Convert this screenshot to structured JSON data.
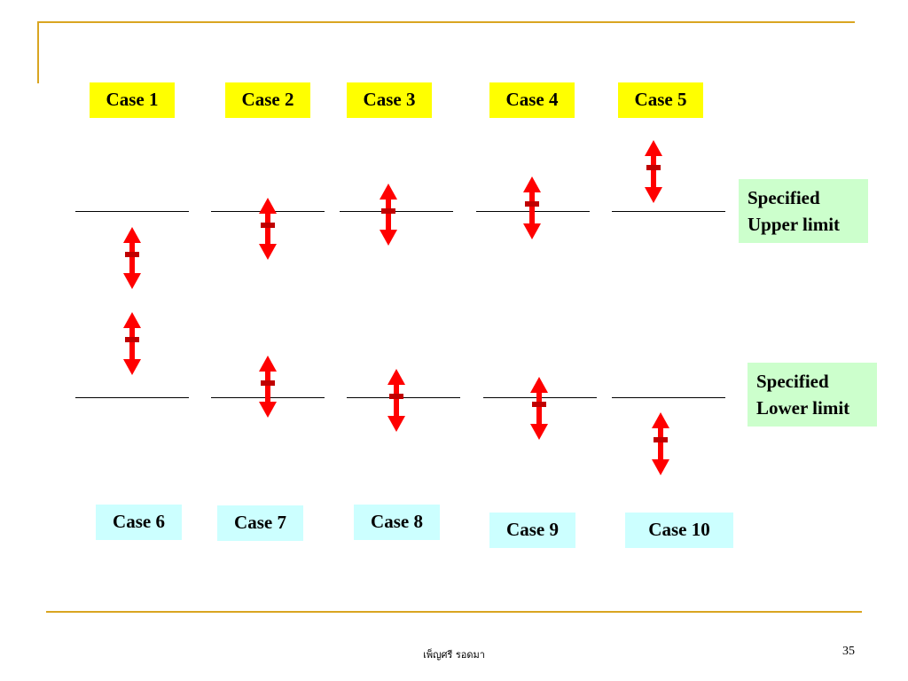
{
  "upper_cases": [
    {
      "label": "Case 1"
    },
    {
      "label": "Case 2"
    },
    {
      "label": "Case 3"
    },
    {
      "label": "Case 4"
    },
    {
      "label": "Case 5"
    }
  ],
  "lower_cases": [
    {
      "label": "Case 6"
    },
    {
      "label": "Case 7"
    },
    {
      "label": "Case 8"
    },
    {
      "label": "Case 9"
    },
    {
      "label": "Case 10"
    }
  ],
  "upper_limit": {
    "line1": "Specified",
    "line2": "Upper limit"
  },
  "lower_limit": {
    "line1": "Specified",
    "line2": "Lower limit"
  },
  "colors": {
    "frame": "#d9a521",
    "upper_case_bg": "#ffff00",
    "lower_case_bg": "#ccffff",
    "limit_bg": "#ccffcc",
    "arrow": "#ff0000",
    "arrow_mark": "#c00000"
  },
  "footer": {
    "author": "เพ็ญศรี รอดมา",
    "page": "35"
  }
}
